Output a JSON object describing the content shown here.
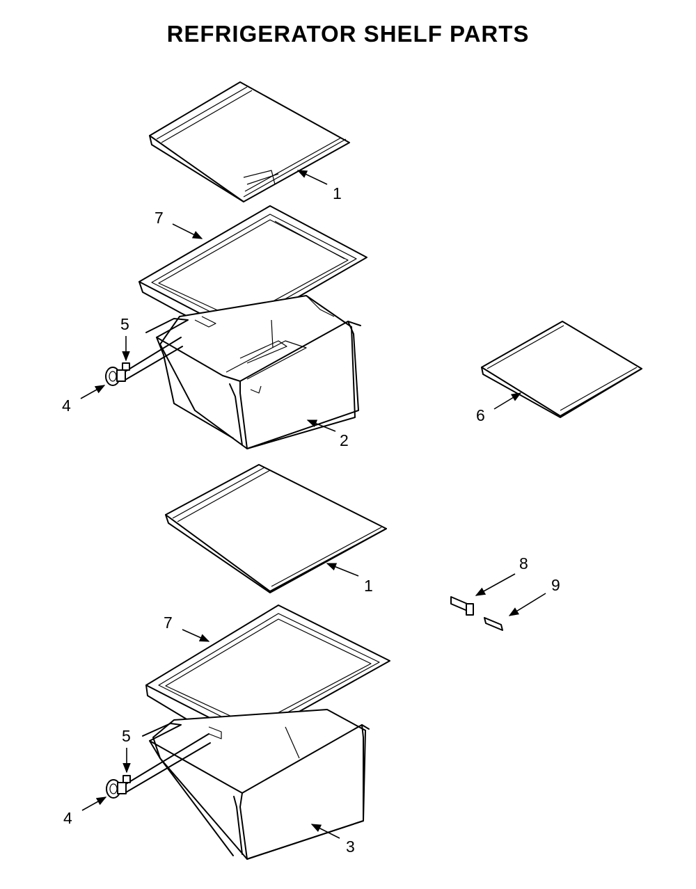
{
  "title": "REFRIGERATOR SHELF PARTS",
  "callouts": {
    "shelf_top": "1",
    "frame_top": "7",
    "clip_top": "5",
    "knob_top": "4",
    "drawer_top": "2",
    "small_shelf": "6",
    "shelf_bottom": "1",
    "frame_bottom": "7",
    "clip_bottom": "5",
    "knob_bottom": "4",
    "drawer_bottom": "3",
    "part_8": "8",
    "part_9": "9"
  }
}
